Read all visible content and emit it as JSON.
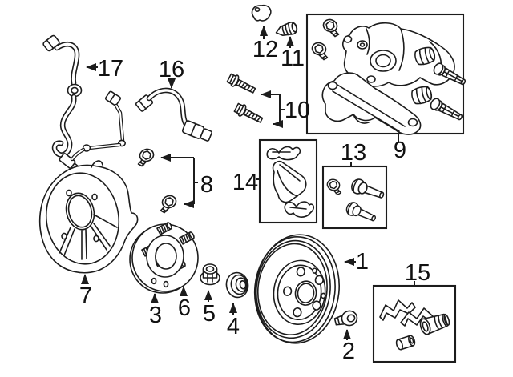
{
  "page": {
    "background": "#ffffff"
  },
  "diagram": {
    "kind": "exploded-parts-line-drawing",
    "subject": "rear disc brake components",
    "line_color": "#1c1c1c",
    "callouts": {
      "c1": {
        "label": "1"
      },
      "c2": {
        "label": "2"
      },
      "c3": {
        "label": "3"
      },
      "c4": {
        "label": "4"
      },
      "c5": {
        "label": "5"
      },
      "c6": {
        "label": "6"
      },
      "c7": {
        "label": "7"
      },
      "c8": {
        "label": "8"
      },
      "c9": {
        "label": "9"
      },
      "c10": {
        "label": "10"
      },
      "c11": {
        "label": "11"
      },
      "c12": {
        "label": "12"
      },
      "c13": {
        "label": "13"
      },
      "c14": {
        "label": "14"
      },
      "c15": {
        "label": "15"
      },
      "c16": {
        "label": "16"
      },
      "c17": {
        "label": "17"
      }
    }
  }
}
